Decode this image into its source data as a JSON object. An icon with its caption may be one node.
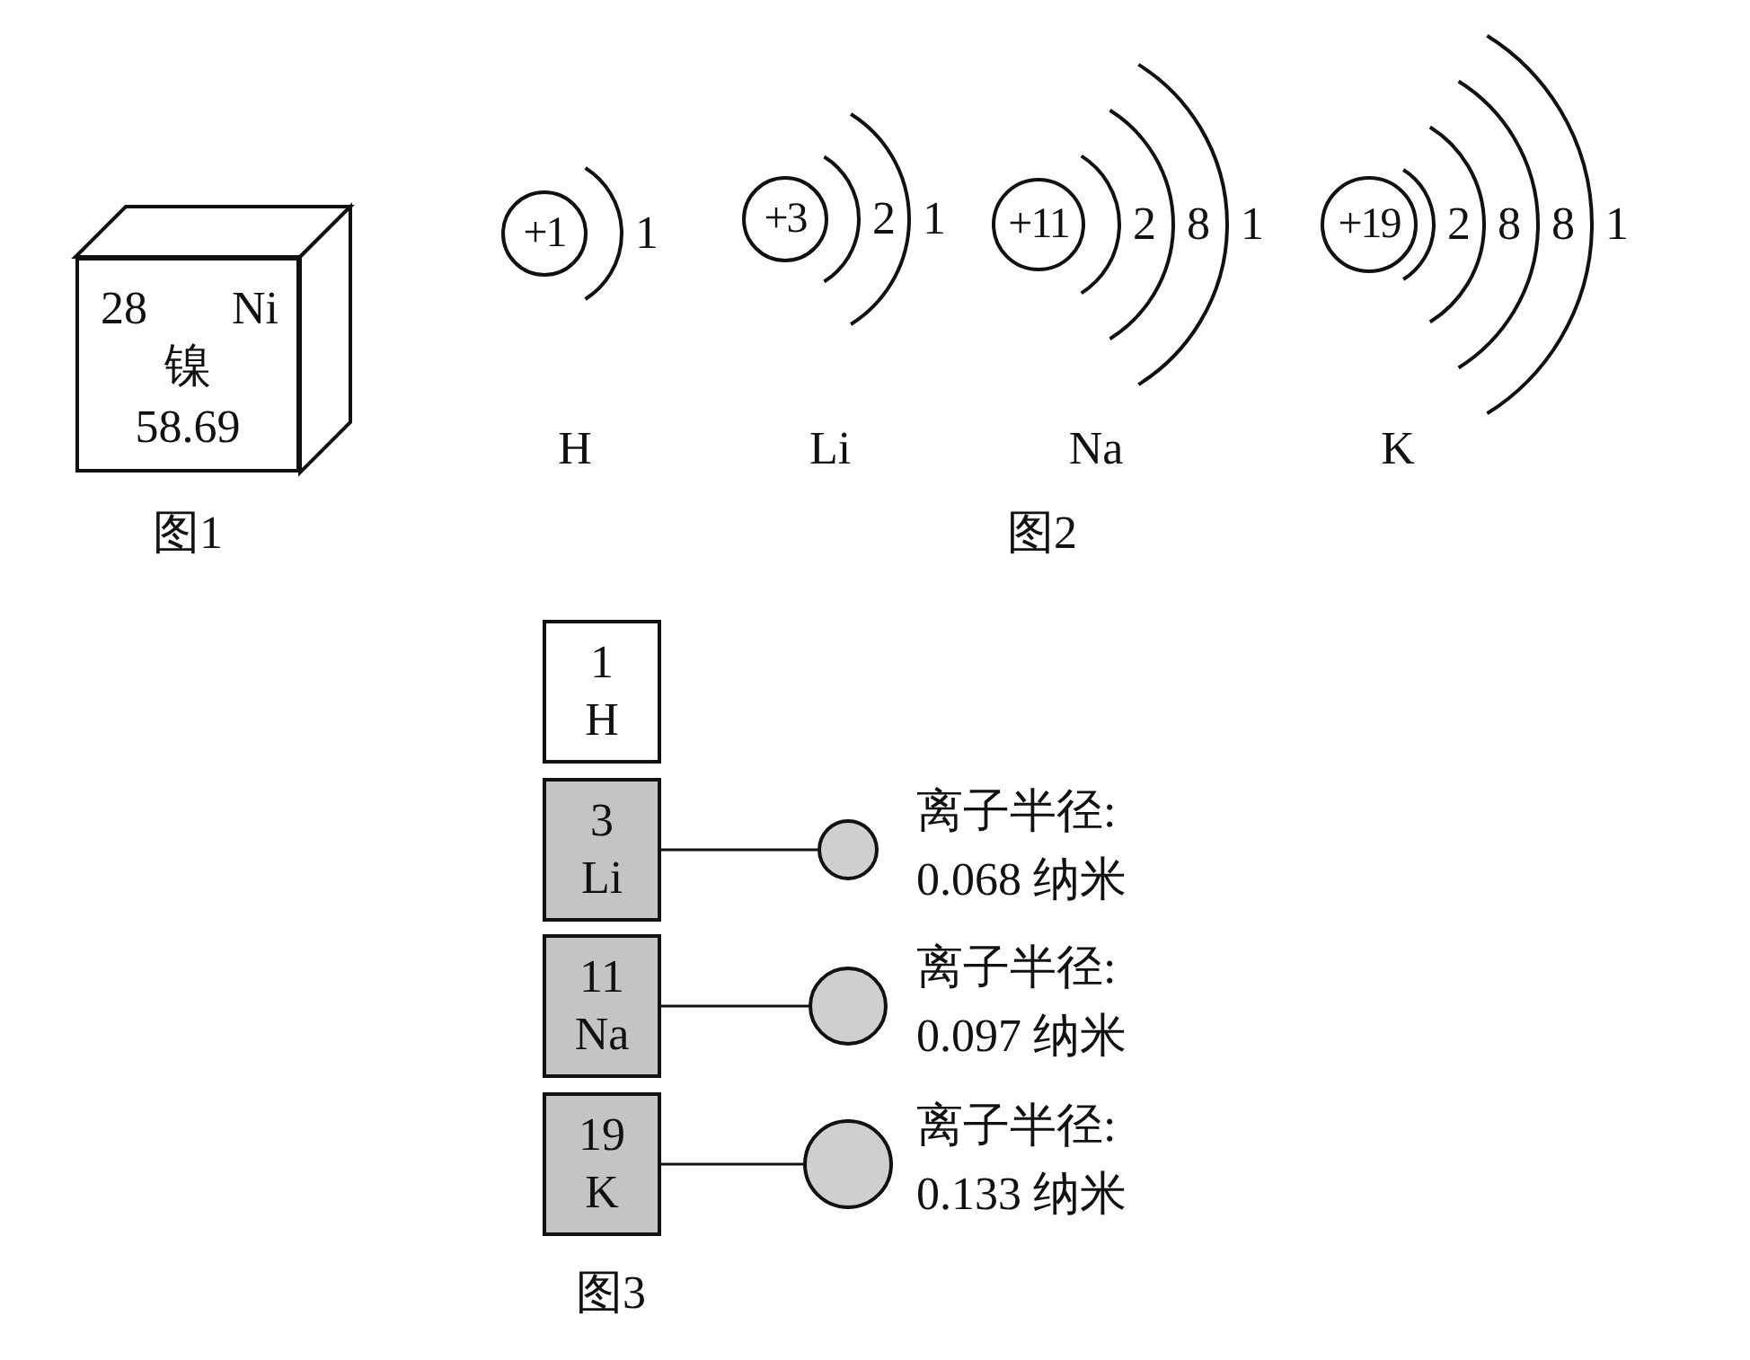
{
  "diagram": {
    "nodes": [
      {
        "text": [
          "28",
          "Ni",
          "镍",
          "58.69"
        ],
        "beside": [
          "图1"
        ]
      },
      {
        "text": [
          "+1"
        ]
      },
      {
        "text": [
          "+3"
        ]
      },
      {
        "text": [
          "+11"
        ]
      },
      {
        "text": [
          "+19"
        ]
      },
      {
        "text": [
          "1",
          "H"
        ]
      },
      {
        "text": [
          "3",
          "Li"
        ]
      },
      {
        "text": [
          "11",
          "Na"
        ]
      },
      {
        "text": [
          "19",
          "K"
        ]
      },
      {
        "text": [],
        "shape": "circle",
        "beside": [
          "离子半径: 0.068 纳米"
        ]
      },
      {
        "text": [],
        "shape": "circle",
        "beside": [
          "离子半径: 0.097 纳米"
        ]
      },
      {
        "text": [],
        "shape": "circle",
        "beside": [
          "离子半径: 0.133 纳米"
        ]
      }
    ],
    "edges": [
      {
        "from": 6,
        "to": 9,
        "arrow": "none"
      },
      {
        "from": 7,
        "to": 10,
        "arrow": "none"
      },
      {
        "from": 8,
        "to": 11,
        "arrow": "none"
      }
    ],
    "labels": [
      "1",
      "2",
      "1",
      "2",
      "8",
      "1",
      "2",
      "8",
      "8",
      "1",
      "H",
      "Li",
      "Na",
      "K",
      "图2",
      "图3"
    ]
  }
}
